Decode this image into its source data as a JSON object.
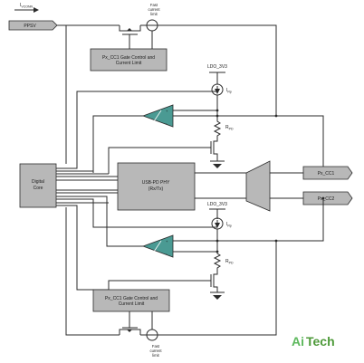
{
  "labels": {
    "i_vconn": "I",
    "i_vconn_sub": "VCONN",
    "ppsv": "PPSV",
    "fast_limit_top_1": "Fast",
    "fast_limit_top_2": "current",
    "fast_limit_top_3": "limit",
    "gate_top_1": "Px_CC1 Gate Control and",
    "gate_top_2": "Current Limit",
    "ldo_top": "LDO_3V3",
    "ip_top": "I",
    "ip_top_sub": "Rp",
    "rpd_top": "R",
    "rpd_top_sub": "PD",
    "digital_core_1": "Digital",
    "digital_core_2": "Core",
    "phy_1": "USB-PD PHY",
    "phy_2": "(Rx/Tx)",
    "px_cc1": "Px_CC1",
    "px_cc2": "Px_CC2",
    "ldo_bottom": "LDO_3V3",
    "ip_bottom": "I",
    "ip_bottom_sub": "Rp",
    "rpd_bottom": "R",
    "rpd_bottom_sub": "PD",
    "gate_bottom_1": "Px_CC1 Gate Control and",
    "gate_bottom_2": "Current Limit",
    "fast_limit_bottom_1": "Fast",
    "fast_limit_bottom_2": "current",
    "fast_limit_bottom_3": "limit"
  },
  "logo": {
    "part1": "Ai",
    "part2": "Tech"
  },
  "colors": {
    "block_grey": "#b8b8b8",
    "comparator_teal": "#4a9a93",
    "logo_green": "#5cb85c"
  }
}
